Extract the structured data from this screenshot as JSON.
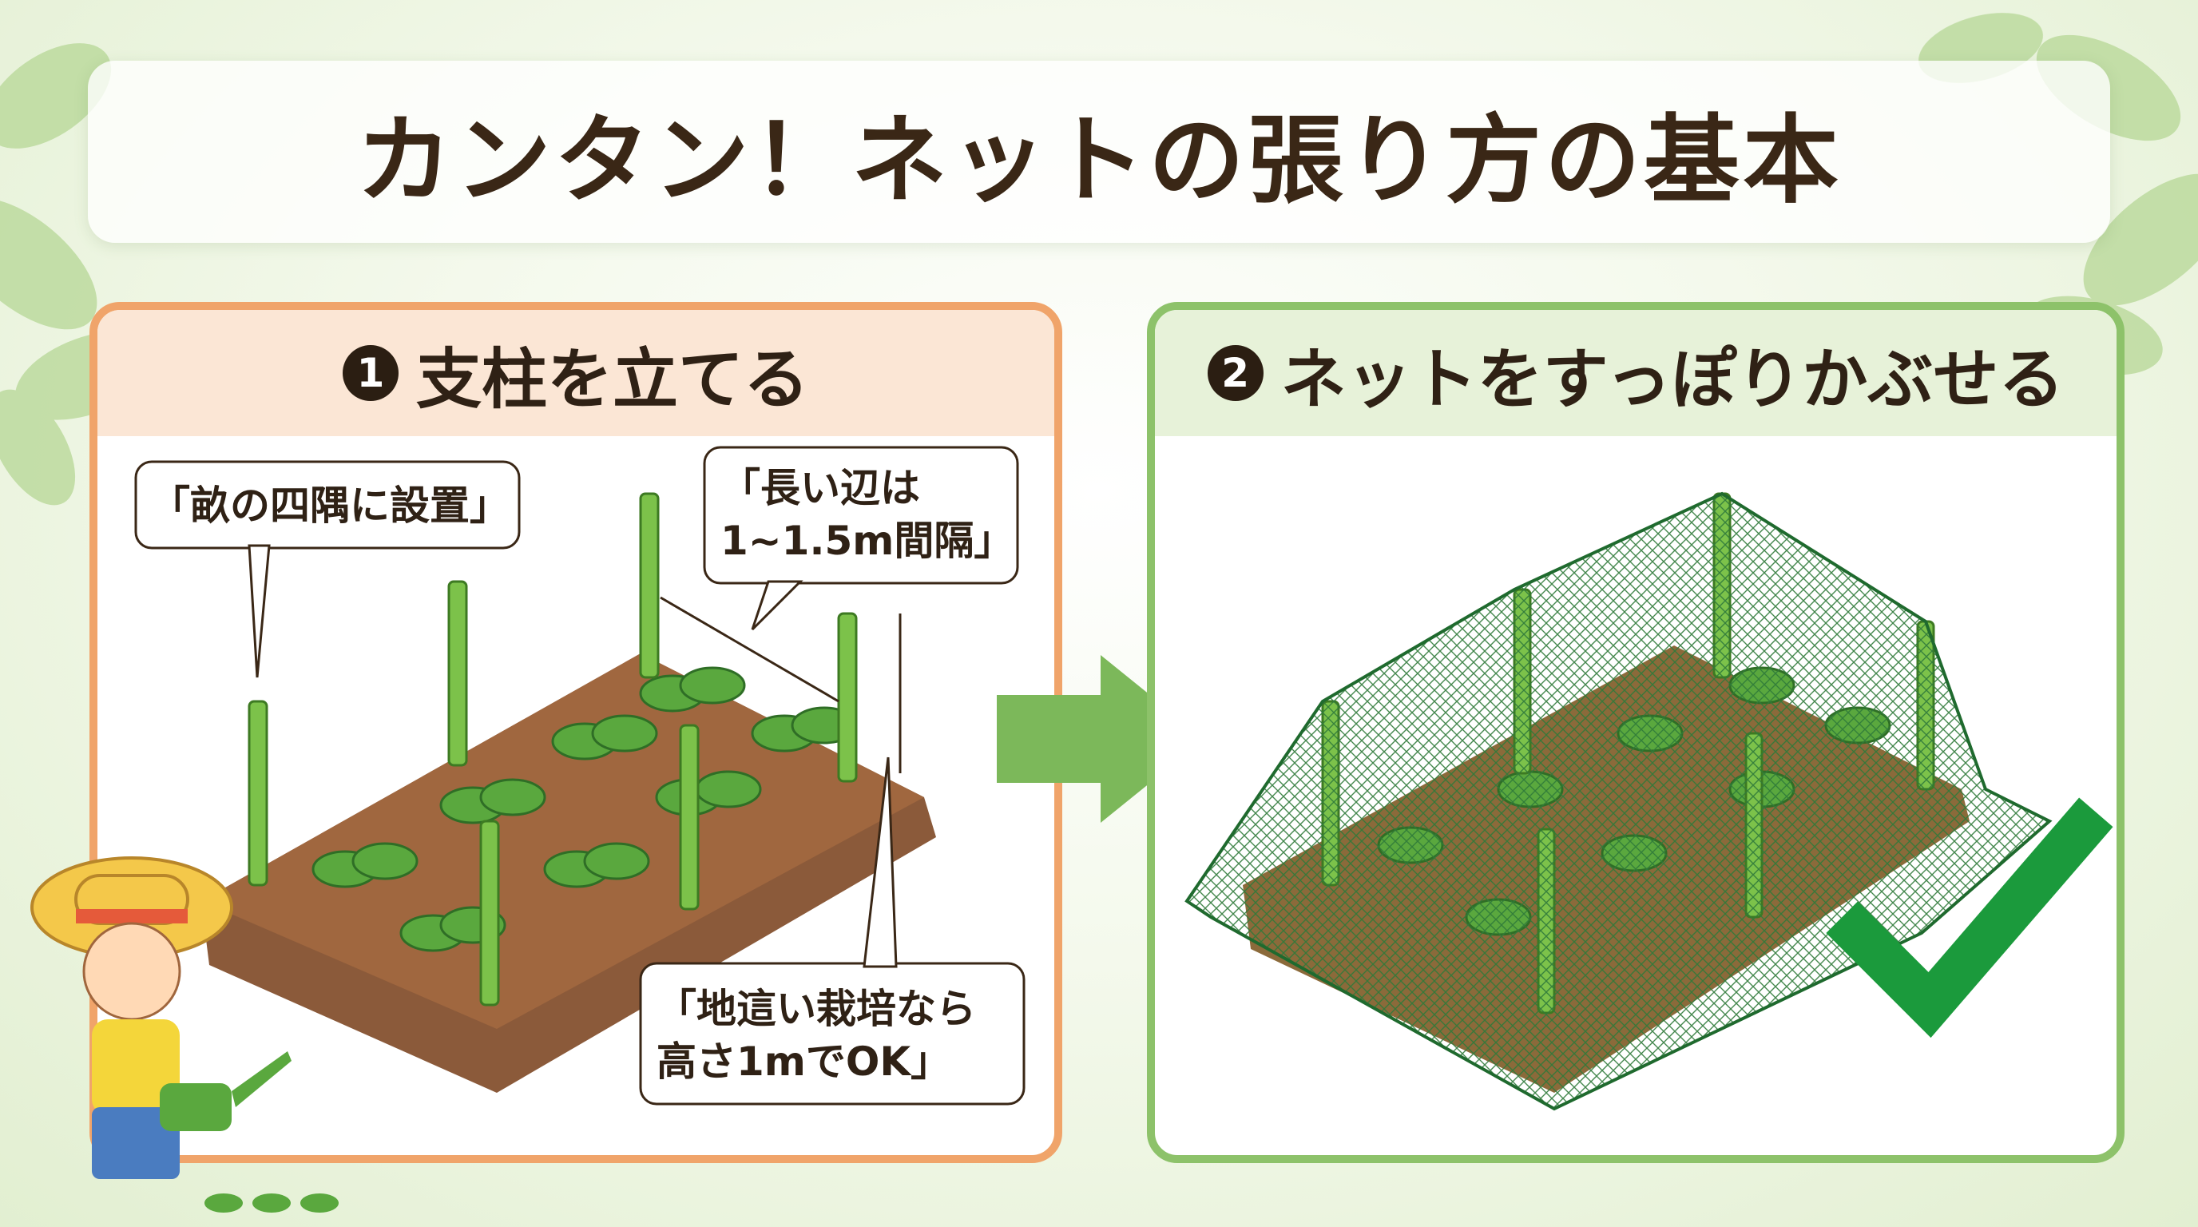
{
  "title": "カンタン！ネットの張り方の基本",
  "step1": {
    "number": "1",
    "label": "支柱を立てる",
    "callouts": [
      "「畝の四隅に設置」",
      "「長い辺は\n1~1.5m間隔」",
      "「地這い栽培なら\n高さ1mでOK」"
    ]
  },
  "step2": {
    "number": "2",
    "label": "ネットをすっぽりかぶせる"
  },
  "colors": {
    "step1_border": "#f0a46a",
    "step2_border": "#8dc26a",
    "arrow": "#7cb85a",
    "check": "#1b9a3c"
  },
  "icons": [
    "leaf-icon",
    "arrow-right-icon",
    "checkmark-icon",
    "watering-can-icon"
  ]
}
